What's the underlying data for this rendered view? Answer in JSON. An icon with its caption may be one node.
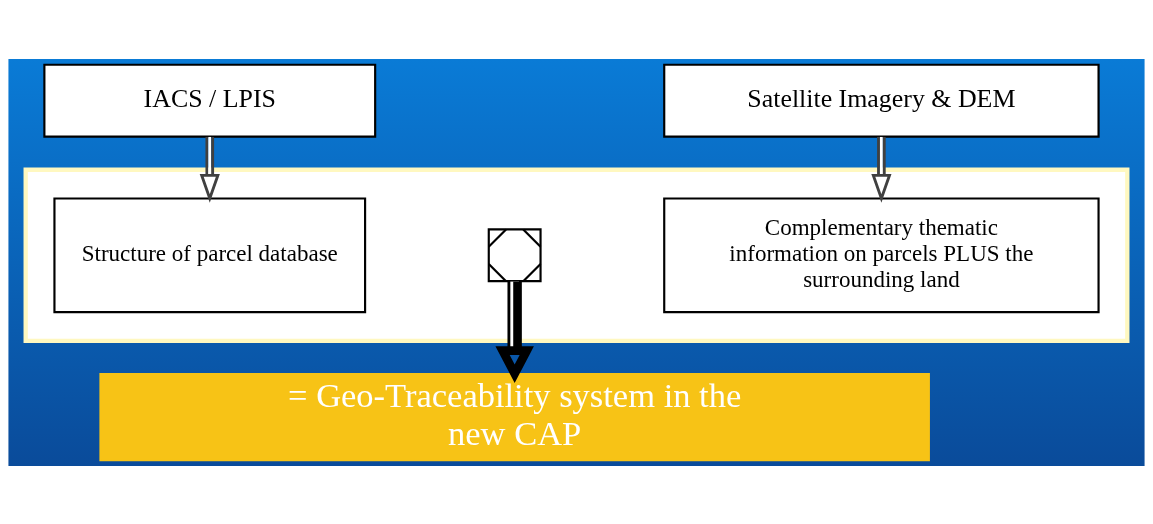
{
  "diagram": {
    "nodes": [
      {
        "text": [
          "IACS / LPIS"
        ]
      },
      {
        "text": [
          "Satellite Imagery & DEM"
        ]
      },
      {
        "text": [],
        "shape": "box"
      },
      {
        "text": [
          "Structure of parcel database"
        ],
        "in": 2
      },
      {
        "text": [],
        "shape": "cross",
        "in": 2
      },
      {
        "text": [
          "Complementary thematic information on parcels PLUS the surrounding land"
        ],
        "in": 2
      },
      {
        "text": [
          "= Geo-Traceability system in the new CAP"
        ]
      }
    ],
    "edges": [
      {
        "from": 0,
        "to": 3,
        "arrow": "to"
      },
      {
        "from": 1,
        "to": 5,
        "arrow": "to"
      },
      {
        "from": 4,
        "to": 6,
        "arrow": "to",
        "style": "thick",
        "color": "#000000"
      }
    ]
  }
}
